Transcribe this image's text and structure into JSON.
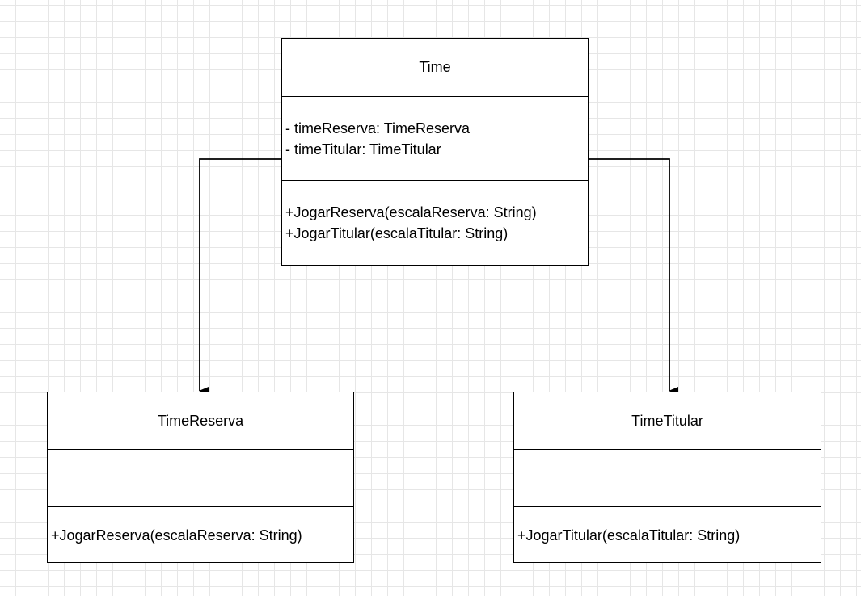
{
  "classes": {
    "time": {
      "name": "Time",
      "attributes": [
        "- timeReserva: TimeReserva",
        "- timeTitular: TimeTitular"
      ],
      "methods": [
        "+JogarReserva(escalaReserva: String)",
        "+JogarTitular(escalaTitular: String)"
      ]
    },
    "reserva": {
      "name": "TimeReserva",
      "attributes": [],
      "methods": [
        "+JogarReserva(escalaReserva: String)"
      ]
    },
    "titular": {
      "name": "TimeTitular",
      "attributes": [],
      "methods": [
        "+JogarTitular(escalaTitular: String)"
      ]
    }
  },
  "edges": [
    {
      "from": "Time",
      "to": "TimeReserva",
      "type": "association-arrow"
    },
    {
      "from": "Time",
      "to": "TimeTitular",
      "type": "association-arrow"
    }
  ],
  "colors": {
    "line": "#000000",
    "grid": "#e6e6e6",
    "background": "#ffffff"
  }
}
